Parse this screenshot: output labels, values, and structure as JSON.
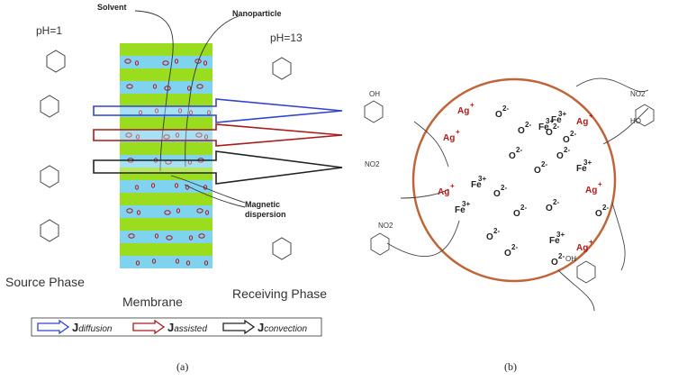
{
  "panel_a": {
    "label_solvent": "Solvent",
    "label_nanoparticle": "Nanoparticle",
    "label_magnetic": "Magnetic",
    "label_dispersion": "dispersion",
    "ph_left": "pH=1",
    "ph_right": "pH=13",
    "source_phase": "Source Phase",
    "membrane": "Membrane",
    "receiving_phase": "Receiving Phase",
    "legend": [
      {
        "symbol": "J",
        "sub": "diffusion",
        "color": "#3344cc"
      },
      {
        "symbol": "J",
        "sub": "assisted",
        "color": "#aa1a1a"
      },
      {
        "symbol": "J",
        "sub": "convection",
        "color": "#222222"
      }
    ],
    "caption": "(a)",
    "colors": {
      "green": "#99dd1e",
      "blue": "#7fd3ee",
      "red": "#b0161c"
    }
  },
  "panel_b": {
    "caption": "(b)",
    "circle_color": "#c0643a",
    "ag_color": "#b01b1b",
    "species": [
      "Fe",
      "3+",
      "Ag",
      "+",
      "O",
      "2-",
      "OH",
      "HO",
      "NO2"
    ]
  }
}
